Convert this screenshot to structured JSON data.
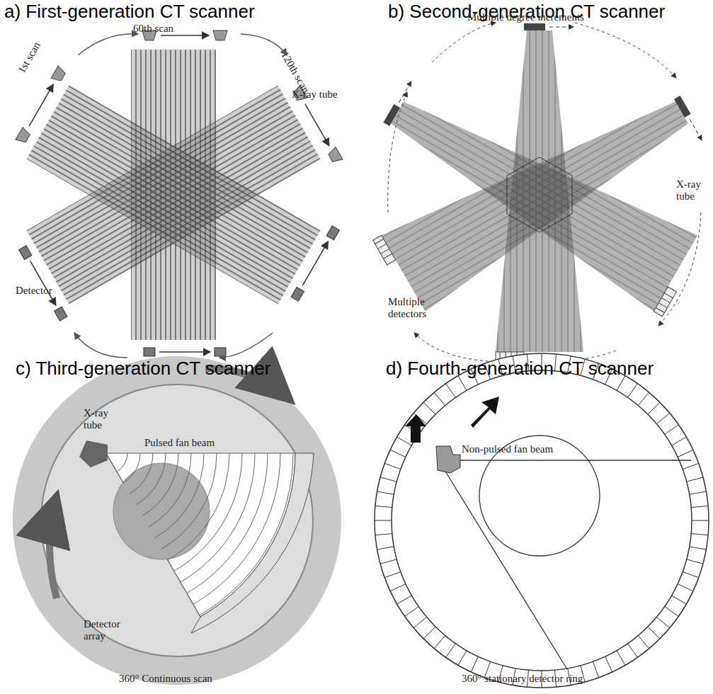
{
  "diagram": {
    "labels": [
      "a) First-generation CT scanner",
      "60th scan",
      "120th scan",
      "X-ray tube",
      "1st scan",
      "Detector",
      "b) Second-generation CT scanner",
      "Multiple degree increments",
      "X-ray tube",
      "Multiple detectors",
      "c) Third-generation CT scanner",
      "X-ray tube",
      "Pulsed fan beam",
      "Detector array",
      "360° Continuous scan",
      "d) Fourth-generation CT scanner",
      "Non-pulsed fan beam",
      "360° stationary detector ring"
    ]
  }
}
